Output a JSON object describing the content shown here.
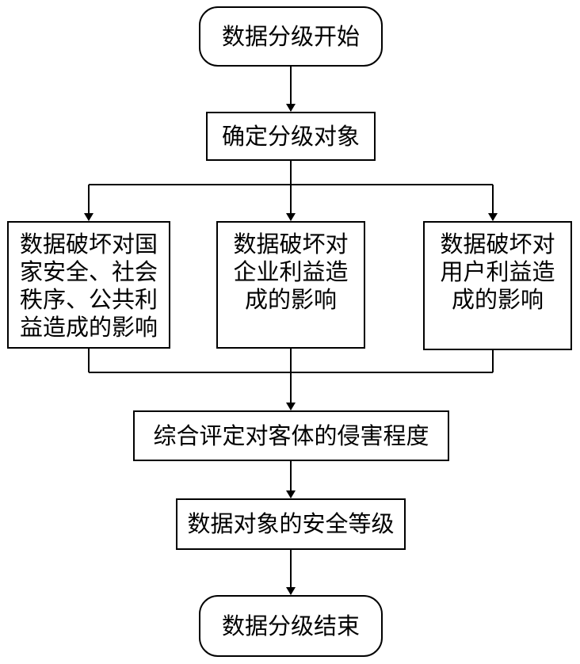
{
  "flowchart": {
    "start": "数据分级开始",
    "step_object": "确定分级对象",
    "impact_national": "数据破坏对国\n家安全、社会\n秩序、公共利\n益造成的影响",
    "impact_enterprise": "数据破坏对\n企业利益造\n成的影响",
    "impact_user": "数据破坏对\n用户利益造\n成的影响",
    "step_assess": "综合评定对客体的侵害程度",
    "step_level": "数据对象的安全等级",
    "end": "数据分级结束"
  },
  "colors": {
    "stroke": "#000000",
    "fill": "#ffffff"
  }
}
